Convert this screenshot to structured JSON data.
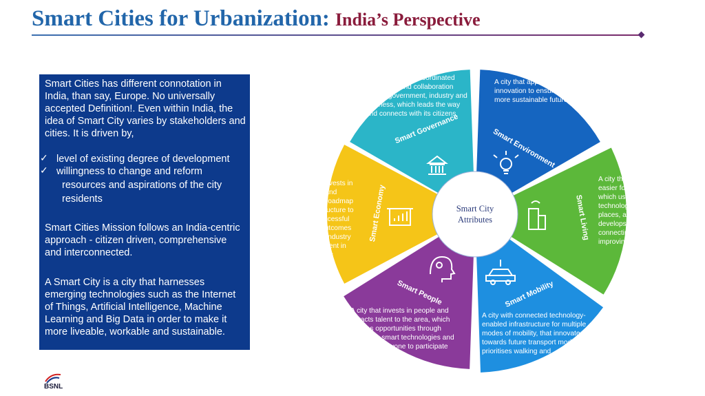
{
  "title": {
    "main": "Smart Cities for Urbanization:",
    "sub": "India’s Perspective"
  },
  "panel": {
    "intro": "Smart Cities has different connotation in India, than say, Europe. No universally accepted Definition!. Even within India, the idea of Smart City varies by stakeholders and cities. It is driven by,",
    "bullets": [
      "level of existing degree of development",
      "willingness to change and reform"
    ],
    "bullet_cont": "resources and aspirations of the city residents",
    "mission": "Smart Cities Mission follows an India-centric approach - citizen driven, comprehensive and interconnected.",
    "definition": "A Smart City is a city that harnesses emerging technologies such as the  Internet of Things, Artificial  Intelligence, Machine Learning and  Big Data in order to make it more  liveable, workable and sustainable."
  },
  "wheel": {
    "center": [
      "Smart City",
      "Attributes"
    ],
    "segments": [
      {
        "name": "Smart Governance",
        "color": "#2bb5c8",
        "icon": "government-building-icon",
        "text": "A  smart city with  coordinated leadership and  collaboration across  government, industry and  business, which leads the way and connects with its citizens"
      },
      {
        "name": "Smart Environment",
        "color": "#1565c0",
        "icon": "lightbulb-icon",
        "text": "A city that applies  technology and innovation to  ensure a cleaner and  more sustainable  future"
      },
      {
        "name": "Smart Living",
        "color": "#5cb83a",
        "icon": "connected-building-icon",
        "text": "A city that makes  life easier for  everyone, which  uses smart technology in its public places, and that develops  new ways of  connecting people and improving city amenity"
      },
      {
        "name": "Smart Mobility",
        "color": "#1e8fe0",
        "icon": "electric-car-icon",
        "text": "A city with connected  technology-enabled  infrastructure for multiple modes of mobility, that  innovates towards future  transport modes and prioritises walking and"
      },
      {
        "name": "Smart People",
        "color": "#8a3a9a",
        "icon": "brain-head-icon",
        "text": "A city that invests in people and attracts talent to the area, which creates opportunities through emerging smart technologies and enables everyone to participate"
      },
      {
        "name": "Smart Economy",
        "color": "#f5c518",
        "icon": "growth-chart-icon",
        "text": "A city that invests  in innovation and provides a roadmap and infrastructure  to support  successful business outcomes and attract industry and investment in smart sectors"
      }
    ]
  },
  "logo": {
    "text": "BSNL"
  }
}
